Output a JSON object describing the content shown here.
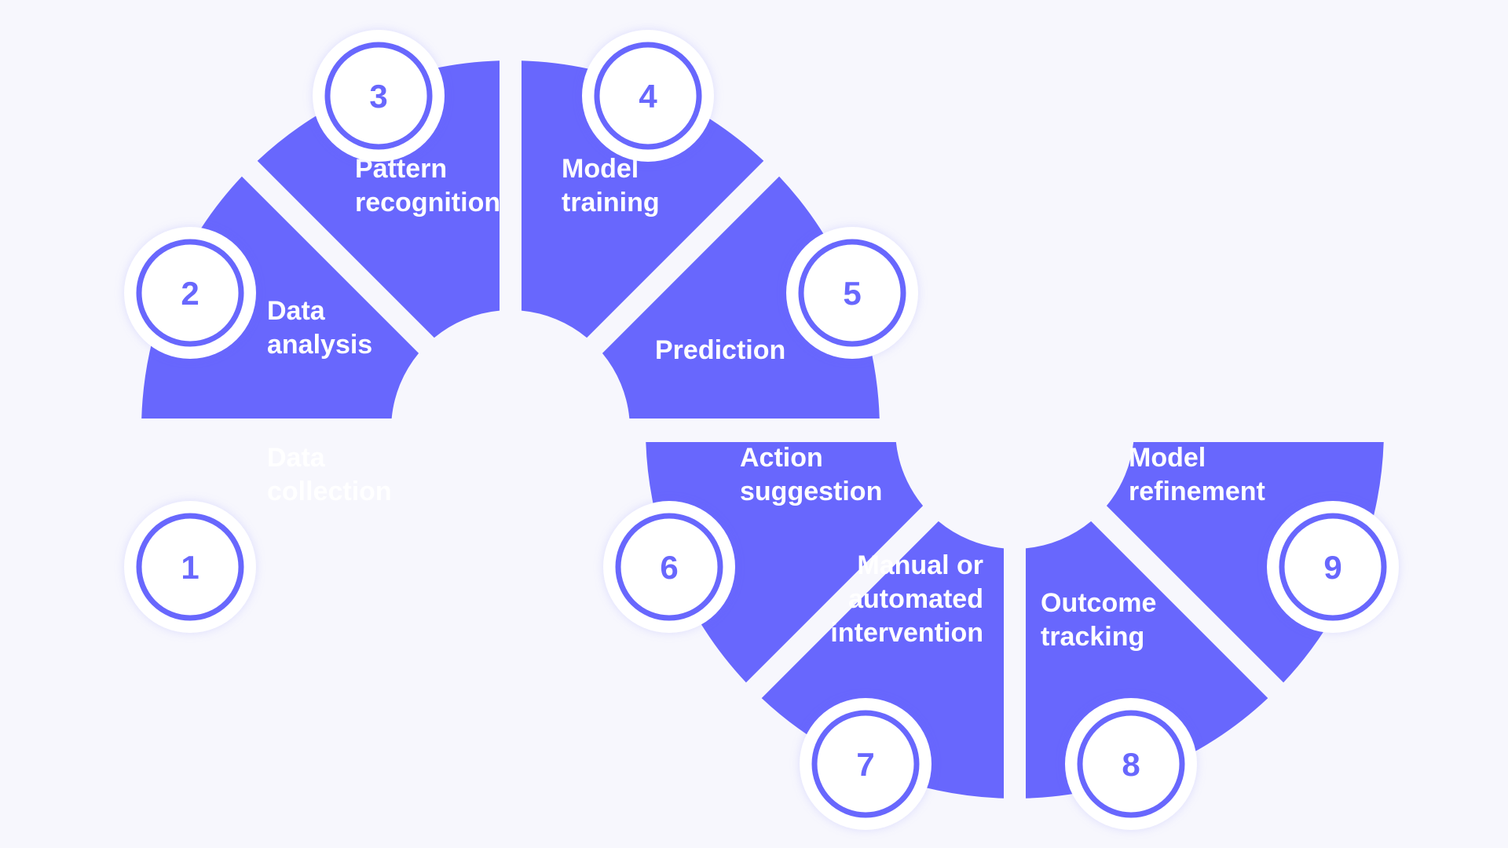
{
  "colors": {
    "background": "#f7f7fd",
    "accent": "#6867fd",
    "badge_fill": "#ffffff"
  },
  "steps": [
    {
      "number": "1",
      "label": [
        "Data",
        "collection"
      ]
    },
    {
      "number": "2",
      "label": [
        "Data",
        "analysis"
      ]
    },
    {
      "number": "3",
      "label": [
        "Pattern",
        "recognition"
      ]
    },
    {
      "number": "4",
      "label": [
        "Model",
        "training"
      ]
    },
    {
      "number": "5",
      "label": [
        "Prediction"
      ]
    },
    {
      "number": "6",
      "label": [
        "Action",
        "suggestion"
      ]
    },
    {
      "number": "7",
      "label": [
        "Manual or",
        "automated",
        "intervention"
      ]
    },
    {
      "number": "8",
      "label": [
        "Outcome",
        "tracking"
      ]
    },
    {
      "number": "9",
      "label": [
        "Model",
        "refinement"
      ]
    }
  ]
}
